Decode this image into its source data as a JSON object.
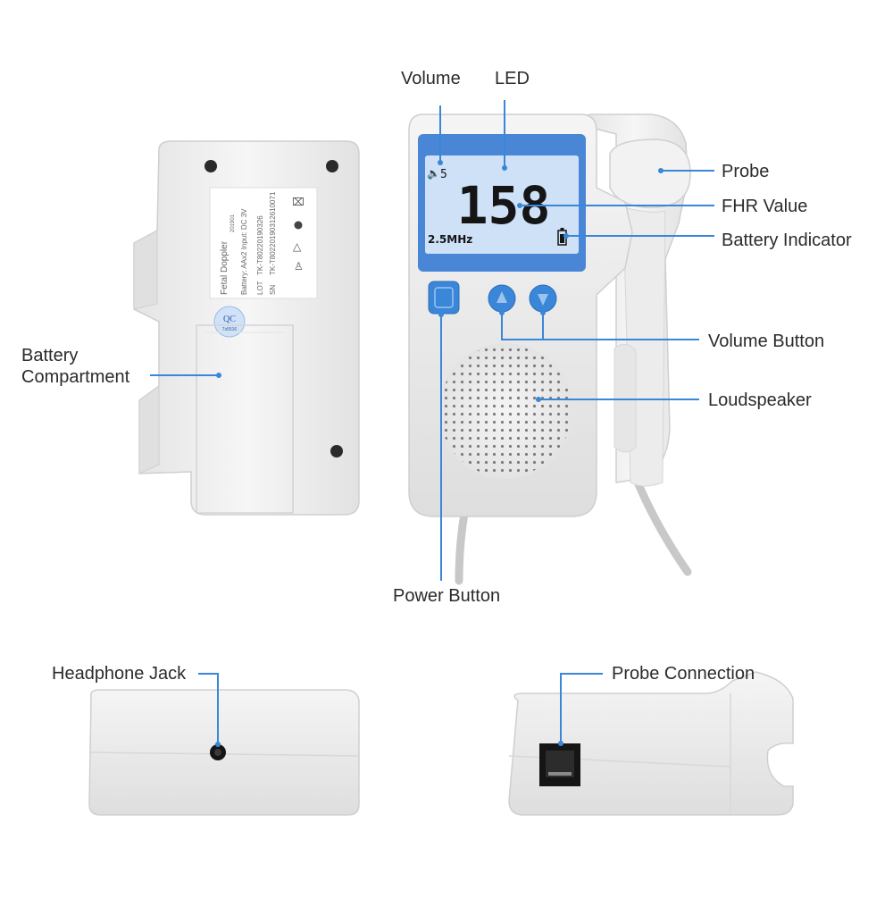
{
  "labels": {
    "volume": "Volume",
    "led": "LED",
    "probe": "Probe",
    "fhr_value": "FHR Value",
    "battery_indicator": "Battery Indicator",
    "volume_button": "Volume Button",
    "loudspeaker": "Loudspeaker",
    "battery_compartment": "Battery\nCompartment",
    "power_button": "Power Button",
    "headphone_jack": "Headphone Jack",
    "probe_connection": "Probe Connection"
  },
  "device": {
    "lcd_reading": "158",
    "lcd_volume": "5",
    "lcd_frequency": "2.5MHz",
    "back_label": {
      "product": "Fetal Doppler",
      "battery": "Battery: AAx2   Input: DC 3V",
      "lot": "LOT",
      "lot_value": "TK-T80220190326",
      "sn": "SN",
      "sn_value": "TK-T80220190312610071",
      "date": "201901",
      "qc": "QC",
      "qc_sub": "7x5516"
    }
  },
  "colors": {
    "accent": "#3a86d8",
    "lcd_bezel": "#4a86d6",
    "lcd_screen": "#cfe1f7",
    "device_body": "#efefef",
    "text": "#2b2b2b"
  }
}
